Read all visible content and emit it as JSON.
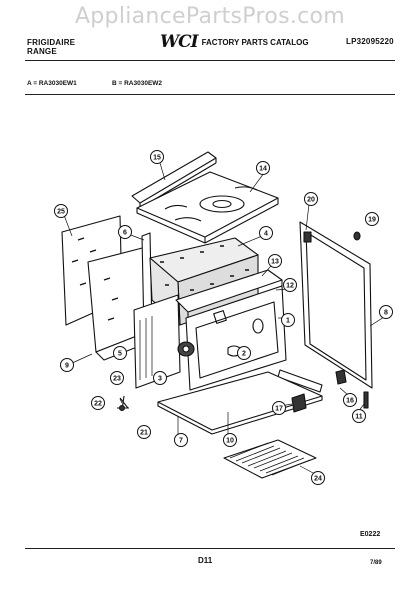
{
  "watermark": "AppliancePartsPros.com",
  "header": {
    "brand_line1": "FRIGIDAIRE",
    "brand_line2": "RANGE",
    "logo": "WCI",
    "catalog_title": "FACTORY PARTS CATALOG",
    "doc_number": "LP32095220"
  },
  "models": {
    "a": "A = RA3030EW1",
    "b": "B = RA3030EW2"
  },
  "callouts": [
    "15",
    "14",
    "25",
    "6",
    "4",
    "20",
    "19",
    "13",
    "12",
    "8",
    "1",
    "9",
    "5",
    "2",
    "23",
    "3",
    "22",
    "21",
    "7",
    "10",
    "17",
    "16",
    "11",
    "24"
  ],
  "figure_code": "E0222",
  "footer": {
    "page": "D11",
    "date": "7/89"
  },
  "colors": {
    "ink": "#111111",
    "watermark": "#cfcfcf"
  }
}
